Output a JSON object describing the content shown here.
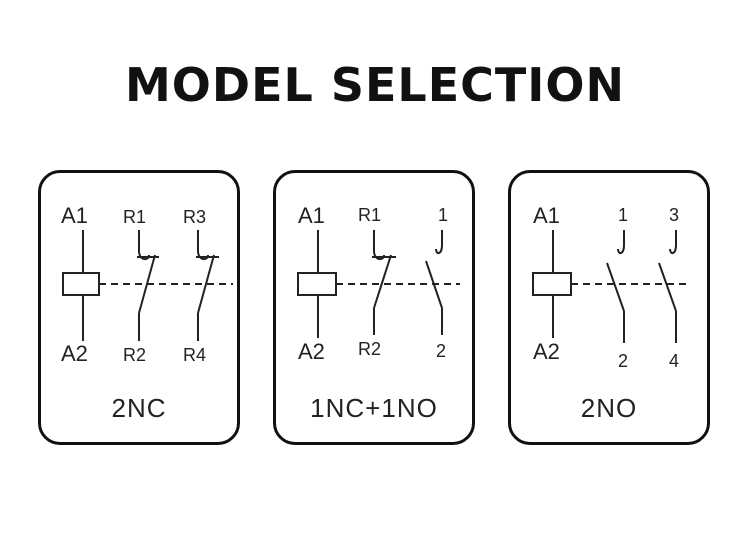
{
  "title": "MODEL SELECTION",
  "models": [
    {
      "caption": "2NC",
      "coil_top": "A1",
      "coil_bottom": "A2",
      "contacts": [
        {
          "top": "R1",
          "bottom": "R2",
          "type": "NC"
        },
        {
          "top": "R3",
          "bottom": "R4",
          "type": "NC"
        }
      ]
    },
    {
      "caption": "1NC+1NO",
      "coil_top": "A1",
      "coil_bottom": "A2",
      "contacts": [
        {
          "top": "R1",
          "bottom": "R2",
          "type": "NC"
        },
        {
          "top": "1",
          "bottom": "2",
          "type": "NO"
        }
      ]
    },
    {
      "caption": "2NO",
      "coil_top": "A1",
      "coil_bottom": "A2",
      "contacts": [
        {
          "top": "1",
          "bottom": "2",
          "type": "NO"
        },
        {
          "top": "3",
          "bottom": "4",
          "type": "NO"
        }
      ]
    }
  ],
  "colors": {
    "line": "#222222",
    "border": "#111111"
  }
}
